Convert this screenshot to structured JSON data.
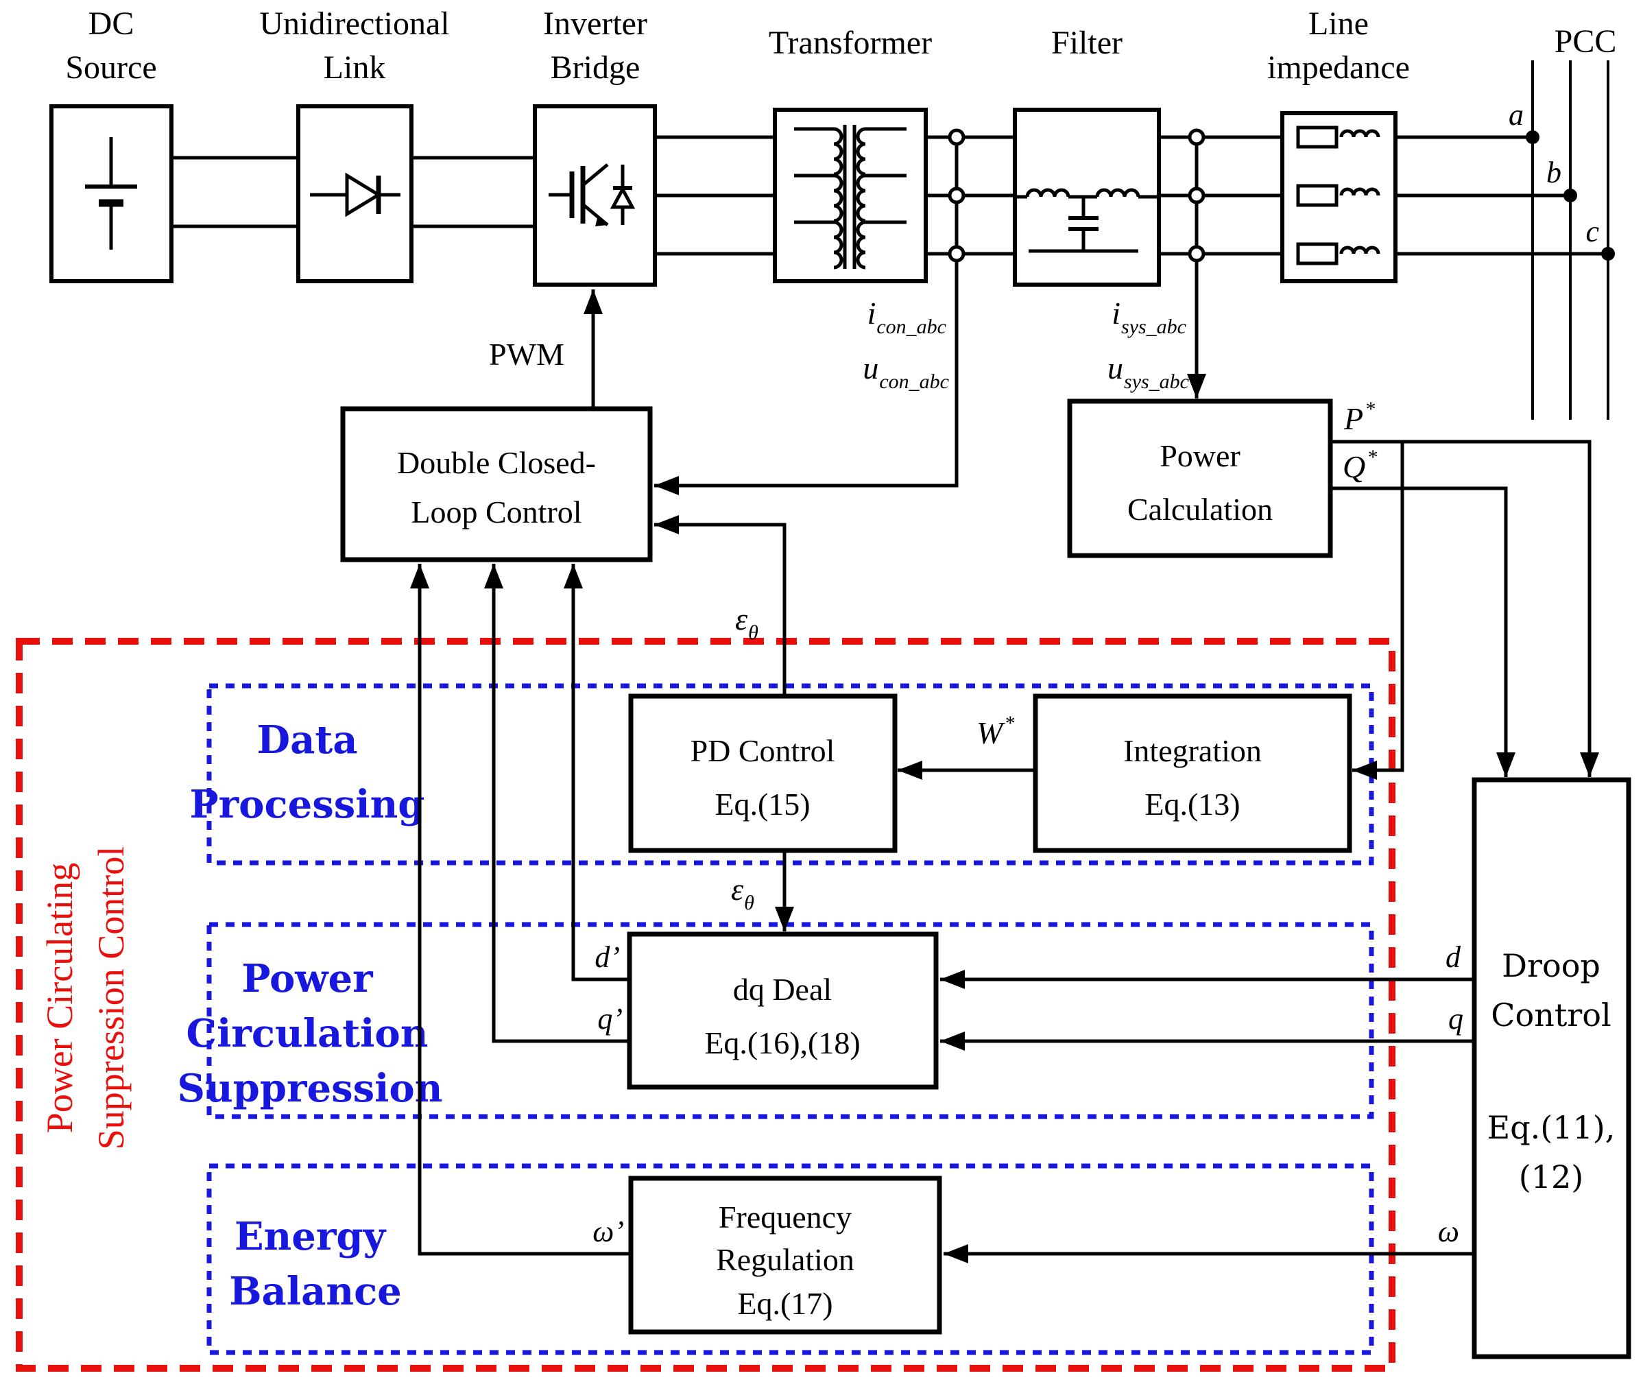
{
  "colors": {
    "black": "#000000",
    "red": "#e8100c",
    "blue": "#1717dd",
    "background": "#ffffff"
  },
  "top_row": {
    "blocks": [
      {
        "id": "dc-source",
        "lines": [
          "DC",
          "Source"
        ]
      },
      {
        "id": "unidirectional-link",
        "lines": [
          "Unidirectional",
          "Link"
        ]
      },
      {
        "id": "inverter-bridge",
        "lines": [
          "Inverter",
          "Bridge"
        ]
      },
      {
        "id": "transformer",
        "lines": [
          "Transformer"
        ]
      },
      {
        "id": "filter",
        "lines": [
          "Filter"
        ]
      },
      {
        "id": "line-impedance",
        "lines": [
          "Line",
          "impedance"
        ]
      }
    ],
    "pcc_label": "PCC",
    "phase_labels": [
      "a",
      "b",
      "c"
    ]
  },
  "signals": {
    "pwm": "PWM",
    "i_con": {
      "main": "i",
      "sub": "con_abc"
    },
    "u_con": {
      "main": "u",
      "sub": "con_abc"
    },
    "i_sys": {
      "main": "i",
      "sub": "sys_abc"
    },
    "u_sys": {
      "main": "u",
      "sub": "sys_abc"
    },
    "p_ref": {
      "main": "P",
      "sup": "*"
    },
    "q_ref": {
      "main": "Q",
      "sup": "*"
    },
    "w_ref": {
      "main": "W",
      "sup": "*"
    },
    "eps_theta_upper": {
      "main": "ε",
      "sub": "θ"
    },
    "eps_theta_lower": {
      "main": "ε",
      "sub": "θ"
    },
    "d_out": "d",
    "q_out": "q",
    "omega_out": "ω",
    "d_prime": "d’",
    "q_prime": "q’",
    "omega_prime": "ω’"
  },
  "blocks": {
    "dclc": {
      "lines": [
        "Double Closed-",
        "Loop Control"
      ]
    },
    "power_calc": {
      "lines": [
        "Power",
        "Calculation"
      ]
    },
    "pd_control": {
      "lines": [
        "PD Control",
        "Eq.(15)"
      ]
    },
    "integration": {
      "lines": [
        "Integration",
        "Eq.(13)"
      ]
    },
    "dq_deal": {
      "lines": [
        "dq Deal",
        "Eq.(16),(18)"
      ]
    },
    "freq_reg": {
      "lines": [
        "Frequency",
        "Regulation",
        "Eq.(17)"
      ]
    },
    "droop": {
      "lines": [
        "Droop",
        "Control",
        "Eq.(11),",
        "(12)"
      ]
    }
  },
  "regions": {
    "red_outer": {
      "lines": [
        "Power Circulating",
        "Suppression Control"
      ]
    },
    "data_processing": {
      "lines": [
        "Data",
        "Processing"
      ]
    },
    "power_circ_suppr": {
      "lines": [
        "Power",
        "Circulation",
        "Suppression"
      ]
    },
    "energy_balance": {
      "lines": [
        "Energy",
        "Balance"
      ]
    }
  }
}
